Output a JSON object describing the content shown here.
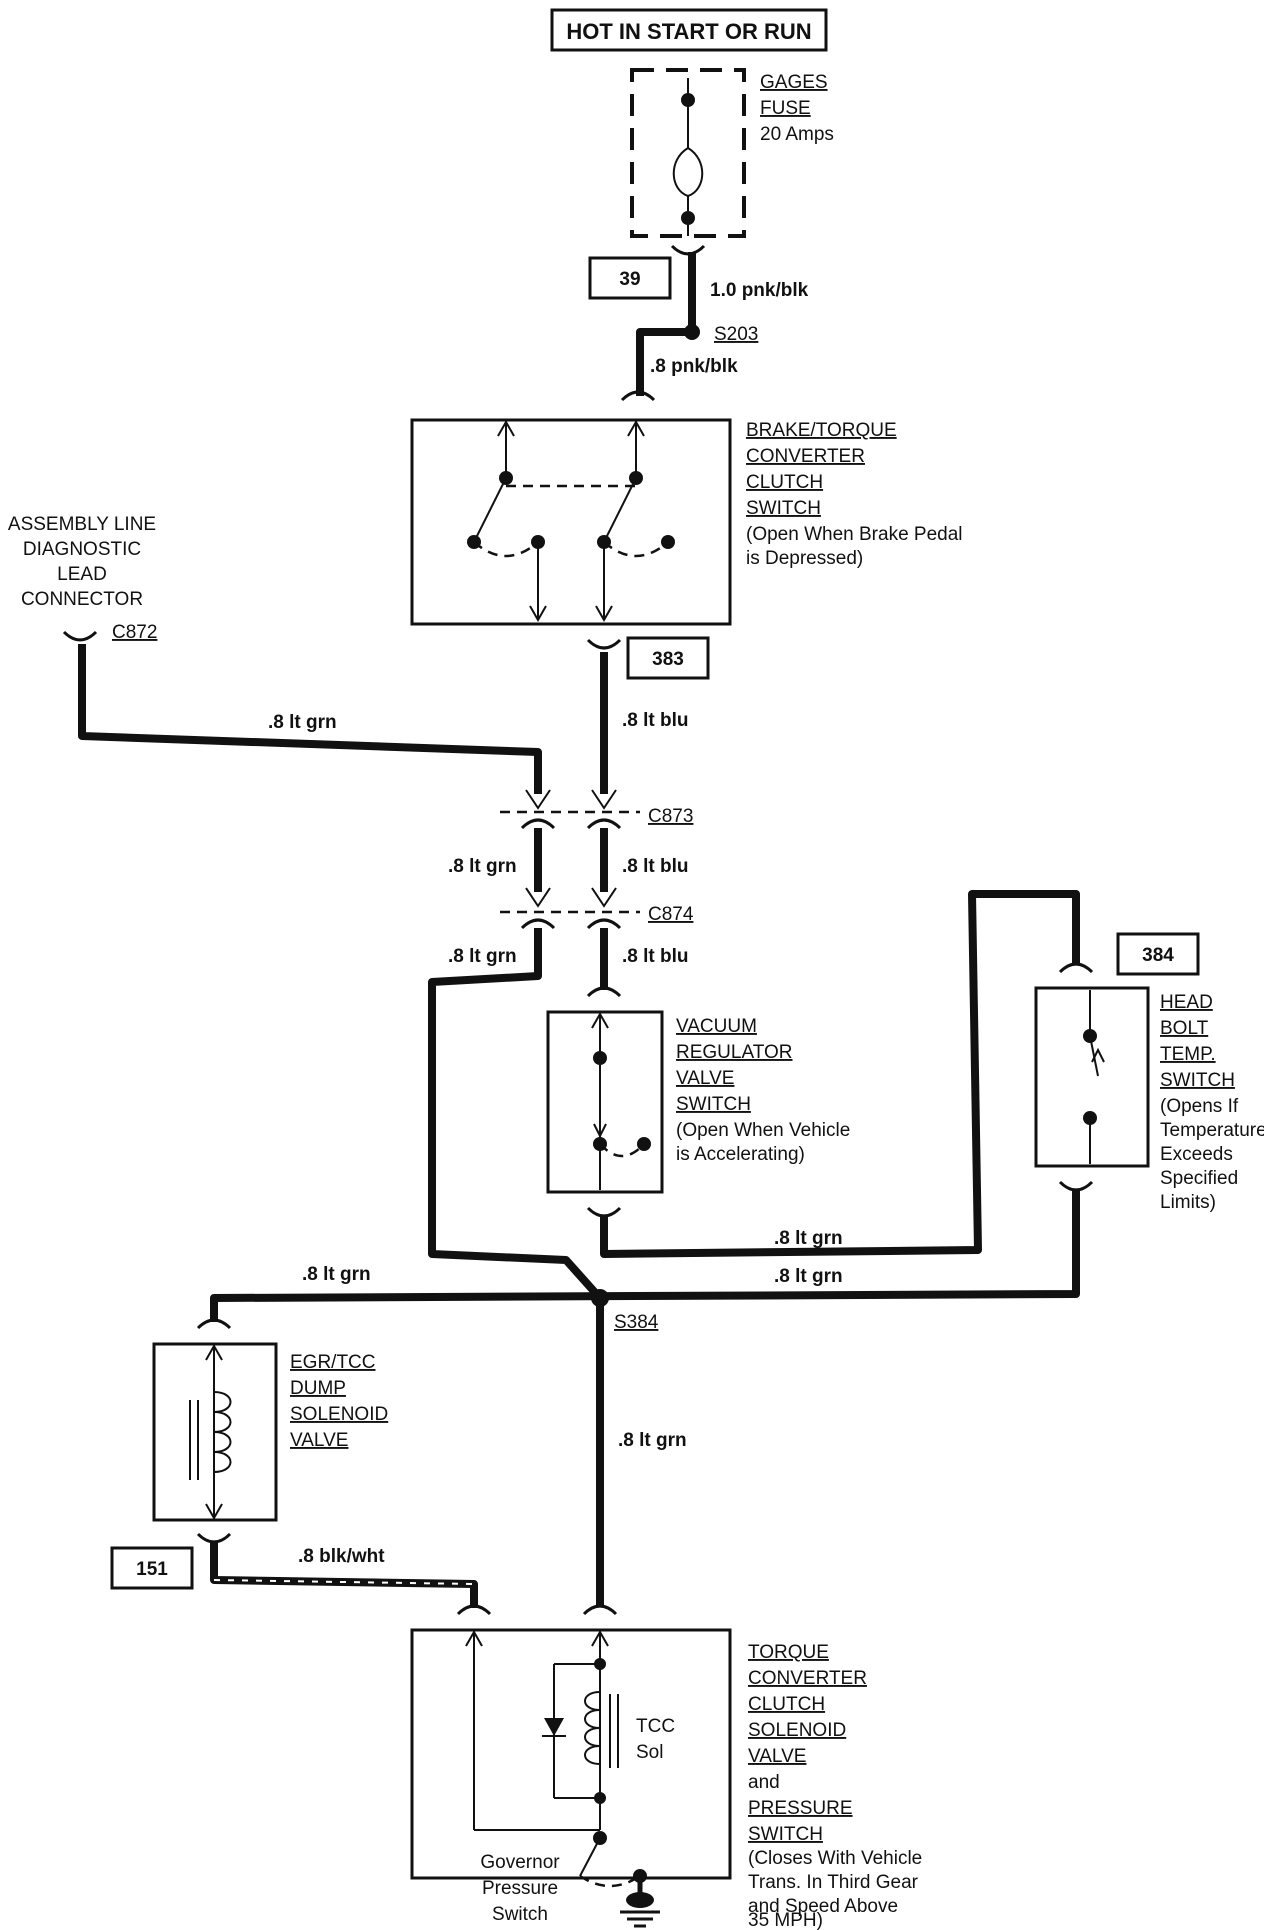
{
  "header": {
    "text": "HOT IN START OR RUN"
  },
  "fuse": {
    "lines": [
      "GAGES",
      "FUSE",
      "20 Amps"
    ]
  },
  "circuits": {
    "c39": "39",
    "c383": "383",
    "c384": "384",
    "c151": "151"
  },
  "wires": {
    "w_fuse_out": "1.0 pnk/blk",
    "w_s203_out": ".8 pnk/blk",
    "w_ltgrn_aldl": ".8 lt grn",
    "w_ltblu_1": ".8 lt blu",
    "w_ltgrn_2": ".8 lt grn",
    "w_ltblu_2": ".8 lt blu",
    "w_ltgrn_3": ".8 lt grn",
    "w_ltblu_3": ".8 lt blu",
    "w_ltgrn_vac": ".8 lt grn",
    "w_ltgrn_egr": ".8 lt grn",
    "w_ltgrn_head": ".8 lt grn",
    "w_ltgrn_down": ".8 lt grn",
    "w_blkwht": ".8 blk/wht"
  },
  "splices": {
    "s203": "S203",
    "s384": "S384"
  },
  "connectors": {
    "c872": "C872",
    "c873": "C873",
    "c874": "C874"
  },
  "components": {
    "brake_switch": [
      "BRAKE/TORQUE",
      "CONVERTER",
      "CLUTCH",
      "SWITCH",
      "(Open When Brake Pedal",
      "is Depressed)"
    ],
    "aldl": [
      "ASSEMBLY LINE",
      "DIAGNOSTIC",
      "LEAD",
      "CONNECTOR"
    ],
    "vacuum_switch": [
      "VACUUM",
      "REGULATOR",
      "VALVE",
      "SWITCH",
      "(Open When Vehicle",
      "is Accelerating)"
    ],
    "head_bolt_switch": [
      "HEAD",
      "BOLT",
      "TEMP.",
      "SWITCH",
      "(Opens If",
      "Temperature",
      "Exceeds",
      "Specified",
      "Limits)"
    ],
    "egr_solenoid": [
      "EGR/TCC",
      "DUMP",
      "SOLENOID",
      "VALVE"
    ],
    "tcc_solenoid": [
      "TORQUE",
      "CONVERTER",
      "CLUTCH",
      "SOLENOID",
      "VALVE",
      "and",
      "PRESSURE",
      "SWITCH",
      "(Closes With Vehicle",
      "Trans. In Third Gear",
      "and Speed Above",
      "35 MPH)"
    ],
    "tcc_sol_label": [
      "TCC",
      "Sol"
    ],
    "governor": [
      "Governor",
      "Pressure",
      "Switch"
    ]
  }
}
